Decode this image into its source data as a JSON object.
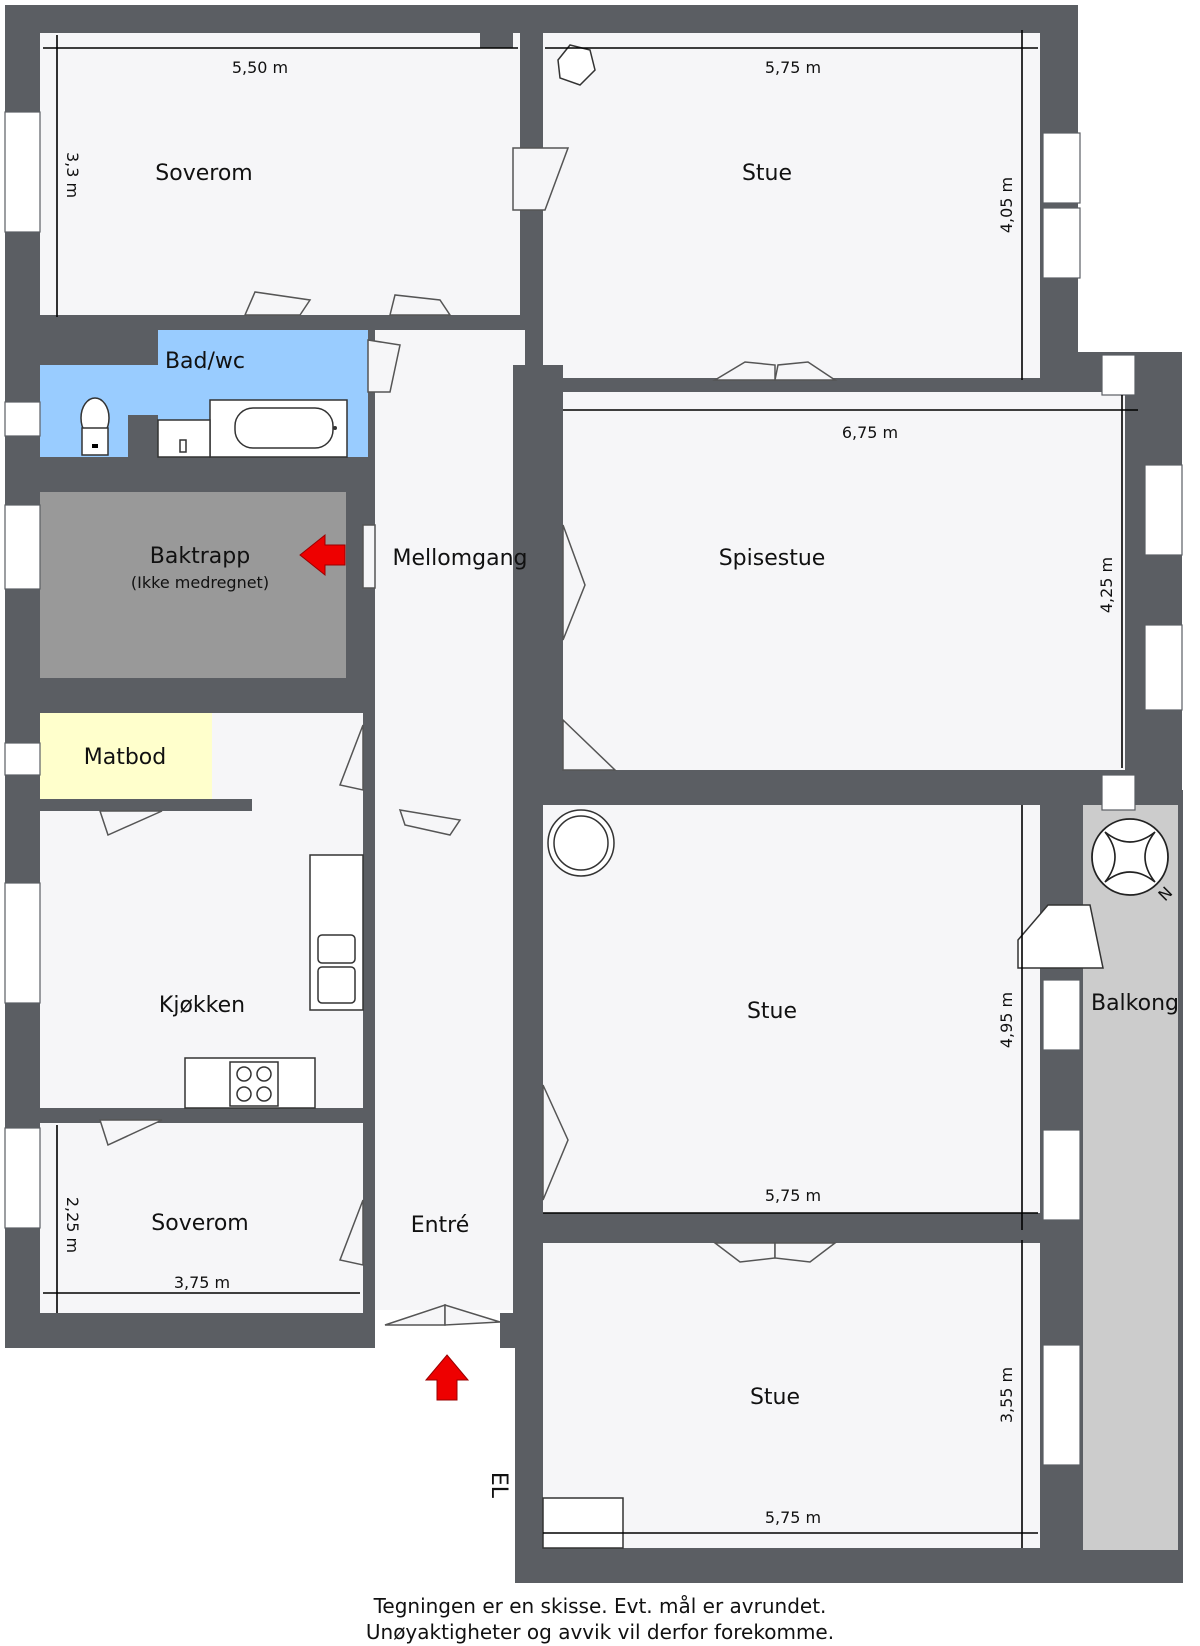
{
  "rooms": {
    "soverom_top": "Soverom",
    "stue_top": "Stue",
    "bad": "Bad/wc",
    "baktrapp": "Baktrapp",
    "baktrapp_note": "(Ikke medregnet)",
    "mellomgang": "Mellomgang",
    "spisestue": "Spisestue",
    "matbod": "Matbod",
    "kjokken": "Kjøkken",
    "stue_middle": "Stue",
    "balkong": "Balkong",
    "soverom_bottom": "Soverom",
    "entre": "Entré",
    "stue_bottom": "Stue"
  },
  "dimensions": {
    "soverom_top_width": "5,50 m",
    "soverom_top_height": "3,3 m",
    "stue_top_width": "5,75 m",
    "stue_top_height": "4,05 m",
    "spisestue_width": "6,75 m",
    "spisestue_height": "4,25 m",
    "stue_middle_height": "4,95 m",
    "stue_middle_width": "5,75 m",
    "soverom_bottom_height": "2,25 m",
    "soverom_bottom_width": "3,75 m",
    "stue_bottom_height": "3,55 m",
    "stue_bottom_width": "5,75 m"
  },
  "labels": {
    "el": "EL",
    "compass_north": "N"
  },
  "footer": {
    "line1": "Tegningen er en skisse. Evt. mål er avrundet.",
    "line2": "Unøyaktigheter og avvik vil derfor forekomme."
  },
  "colors": {
    "wall": "#5b5e63",
    "floor": "#f6f6f8",
    "bathroom": "#99ccff",
    "stairs": "#999999",
    "pantry": "#ffffcc",
    "balcony": "#cccccc",
    "arrow": "#ee0000"
  }
}
